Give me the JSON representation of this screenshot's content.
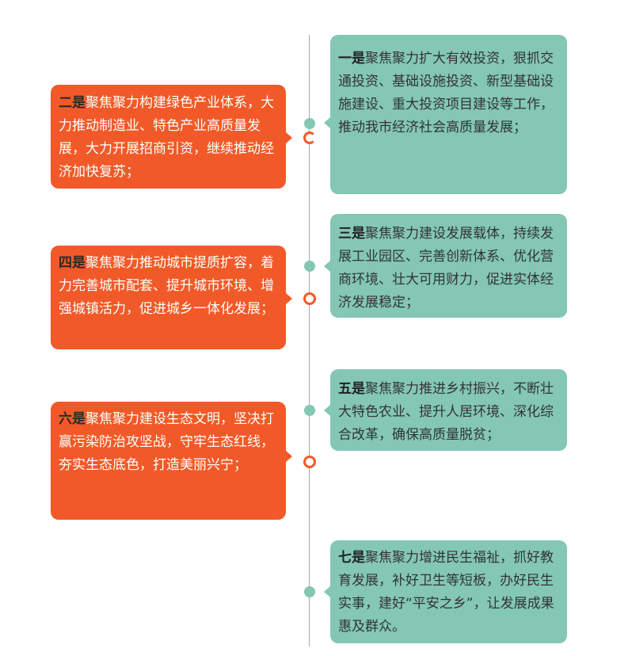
{
  "items": [
    {
      "lead": "一是",
      "text": "聚焦聚力扩大有效投资，狠抓交通投资、基础设施投资、新型基础设施建设、重大投资项目建设等工作，推动我市经济社会高质量发展；"
    },
    {
      "lead": "二是",
      "text": "聚焦聚力构建绿色产业体系，大力推动制造业、特色产业高质量发展，大力开展招商引资，继续推动经济加快复苏；"
    },
    {
      "lead": "三是",
      "text": "聚焦聚力建设发展载体，持续发展工业园区、完善创新体系、优化营商环境、壮大可用财力，促进实体经济发展稳定；"
    },
    {
      "lead": "四是",
      "text": "聚焦聚力推动城市提质扩容，着力完善城市配套、提升城市环境、增强城镇活力，促进城乡一体化发展；"
    },
    {
      "lead": "五是",
      "text": "聚焦聚力推进乡村振兴，不断壮大特色农业、提升人居环境、深化综合改革，确保高质量脱贫；"
    },
    {
      "lead": "六是",
      "text": "聚焦聚力建设生态文明，坚决打赢污染防治攻坚战，守牢生态红线，夯实生态底色，打造美丽兴宁；"
    },
    {
      "lead": "七是",
      "text": "聚焦聚力增进民生福祉，抓好教育发展，补好卫生等短板，办好民生实事，建好“平安之乡”，让发展成果惠及群众。"
    }
  ],
  "colors": {
    "green": "#83c7b4",
    "orange": "#f15a28",
    "line": "#a8a8a8"
  }
}
